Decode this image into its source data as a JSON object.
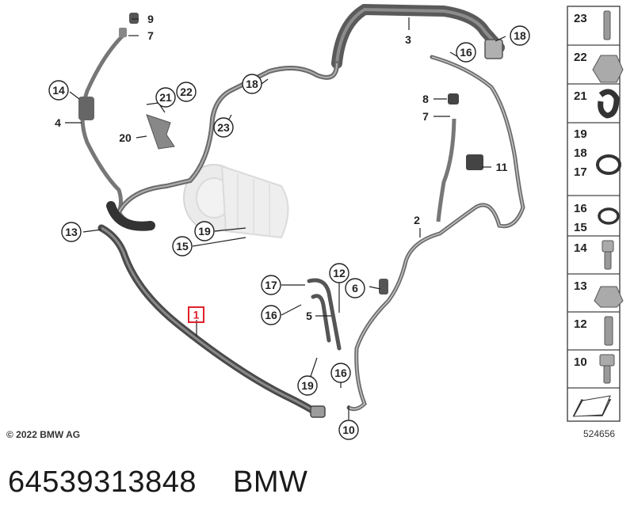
{
  "diagram": {
    "callouts": {
      "c1": "1",
      "c2": "2",
      "c3": "3",
      "c4": "4",
      "c5": "5",
      "c6": "6",
      "c7a": "7",
      "c7b": "7",
      "c8": "8",
      "c9": "9",
      "c10": "10",
      "c11": "11",
      "c12": "12",
      "c13": "13",
      "c14": "14",
      "c15": "15",
      "c16a": "16",
      "c16b": "16",
      "c16c": "16",
      "c17": "17",
      "c18a": "18",
      "c18b": "18",
      "c19a": "19",
      "c19b": "19",
      "c20": "20",
      "c21": "21",
      "c22": "22",
      "c23": "23"
    },
    "highlighted_part": "1",
    "highlight_color": "#e0202a"
  },
  "parts_panel": {
    "cells": [
      {
        "numbers": [
          "23"
        ]
      },
      {
        "numbers": [
          "22"
        ]
      },
      {
        "numbers": [
          "21"
        ]
      },
      {
        "numbers": [
          "19",
          "18",
          "17"
        ]
      },
      {
        "numbers": [
          "16",
          "15"
        ]
      },
      {
        "numbers": [
          "14"
        ]
      },
      {
        "numbers": [
          "13"
        ]
      },
      {
        "numbers": [
          "12"
        ]
      },
      {
        "numbers": [
          "10"
        ]
      },
      {
        "numbers": []
      }
    ]
  },
  "footer": {
    "copyright": "© 2022 BMW AG",
    "diagram_number": "524656"
  },
  "caption": {
    "part_number": "64539313848",
    "brand": "BMW"
  }
}
